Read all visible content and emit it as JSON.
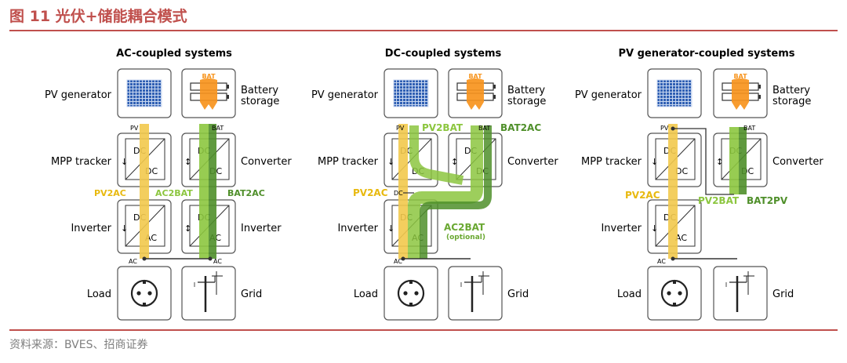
{
  "figure": {
    "title": "图 11 光伏+储能耦合模式",
    "source": "资料来源：BVES、招商证券"
  },
  "panels": [
    {
      "heading": "AC-coupled systems",
      "labels": {
        "pv_generator": "PV generator",
        "battery_storage_1": "Battery",
        "battery_storage_2": "storage",
        "mpp_tracker": "MPP tracker",
        "converter": "Converter",
        "inverter_left": "Inverter",
        "inverter_right": "Inverter",
        "load": "Load",
        "grid": "Grid",
        "port_pv": "PV",
        "port_bat": "BAT",
        "port_ac_left": "AC",
        "port_ac_right": "AC",
        "bat_icon": "BAT"
      },
      "flows": {
        "pv2ac": "PV2AC",
        "ac2bat": "AC2BAT",
        "bat2ac": "BAT2AC"
      }
    },
    {
      "heading": "DC-coupled systems",
      "labels": {
        "pv_generator": "PV generator",
        "battery_storage_1": "Battery",
        "battery_storage_2": "storage",
        "mpp_tracker": "MPP tracker",
        "converter": "Converter",
        "inverter": "Inverter",
        "load": "Load",
        "grid": "Grid",
        "port_pv": "PV",
        "port_bat": "BAT",
        "port_ac": "AC",
        "port_dc": "DC",
        "bat_icon": "BAT"
      },
      "flows": {
        "pv2bat": "PV2BAT",
        "bat2ac": "BAT2AC",
        "pv2ac": "PV2AC",
        "ac2bat": "AC2BAT",
        "ac2bat_note": "(optional)"
      }
    },
    {
      "heading": "PV generator-coupled systems",
      "labels": {
        "pv_generator": "PV generator",
        "battery_storage_1": "Battery",
        "battery_storage_2": "storage",
        "mpp_tracker": "MPP tracker",
        "converter": "Converter",
        "inverter": "Inverter",
        "load": "Load",
        "grid": "Grid",
        "port_pv": "PV",
        "port_bat": "BAT",
        "port_ac": "AC",
        "bat_icon": "BAT"
      },
      "flows": {
        "pv2ac": "PV2AC",
        "pv2bat": "PV2BAT",
        "bat2pv": "BAT2PV"
      }
    }
  ],
  "box_glyphs": {
    "dc": "DC",
    "ac": "AC"
  },
  "colors": {
    "accent": "#c0504d",
    "pv_flow": "#f2c94c",
    "bat_flow_light": "#8cc63f",
    "bat_flow_dark": "#4f8f2a",
    "battery_orange": "#f7941d",
    "panel_blue": "#2f5fb3",
    "box_border": "#555555"
  }
}
